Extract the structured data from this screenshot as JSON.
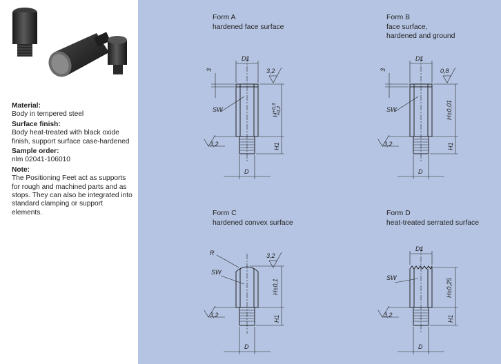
{
  "sidebar": {
    "material_heading": "Material:",
    "material_text": "Body in tempered steel",
    "surface_heading": "Surface finish:",
    "surface_text": "Body heat-treated with black oxide finish, support surface case-hardened",
    "order_heading": "Sample order:",
    "order_text": "nlm 02041-106010",
    "note_heading": "Note:",
    "note_text": "The Positioning Feet act as supports for rough and machined parts and as stops. They can also be integrated into standard clamping or support elements."
  },
  "forms": {
    "a": {
      "title": "Form A",
      "subtitle": "hardened face surface"
    },
    "b": {
      "title": "Form B",
      "subtitle": "face surface,\nhardened and ground"
    },
    "c": {
      "title": "Form C",
      "subtitle": "hardened convex surface"
    },
    "d": {
      "title": "Form D",
      "subtitle": "heat-treated serrated surface"
    }
  },
  "labels": {
    "d1": "D1",
    "d": "D",
    "sw": "SW",
    "h1": "H1",
    "r": "R",
    "three": "3",
    "rough_32": "3,2",
    "rough_08": "0,8",
    "tol_a": "H+0,3\n+0,2",
    "tol_a_top": "+0,3",
    "tol_a_bot": "+0,2",
    "tol_b": "H±0,01",
    "tol_c": "H±0,1",
    "tol_d": "H±0,25",
    "h": "H"
  },
  "colors": {
    "panel": "#b5c4e2",
    "line": "#222222"
  }
}
